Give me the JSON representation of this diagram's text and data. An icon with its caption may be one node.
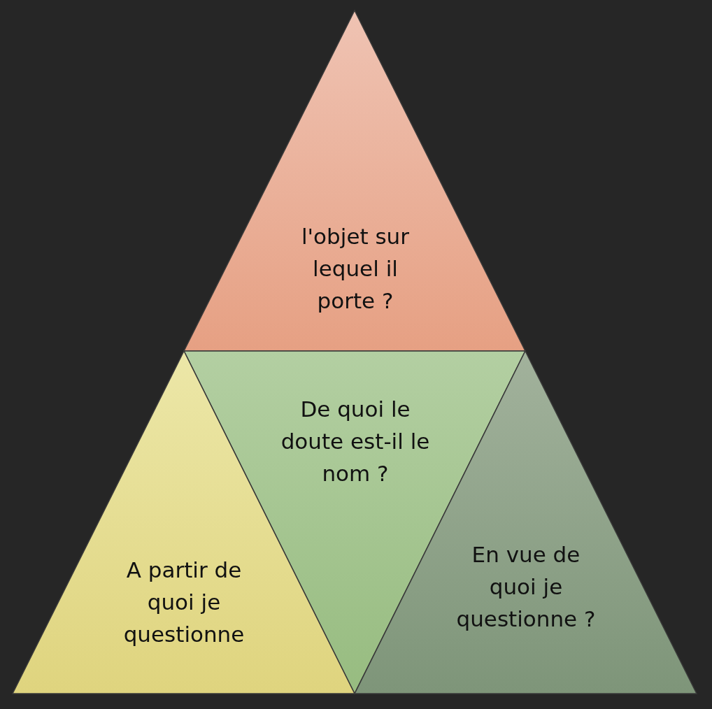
{
  "diagram": {
    "nodes": [
      {
        "text": [
          "l'objet sur lequel il porte ?"
        ]
      },
      {
        "text": [
          "De quoi le doute est-il le nom ?"
        ]
      },
      {
        "text": [
          "A partir de quoi je questionne"
        ]
      },
      {
        "text": [
          "En vue de quoi je questionne ?"
        ]
      }
    ]
  }
}
